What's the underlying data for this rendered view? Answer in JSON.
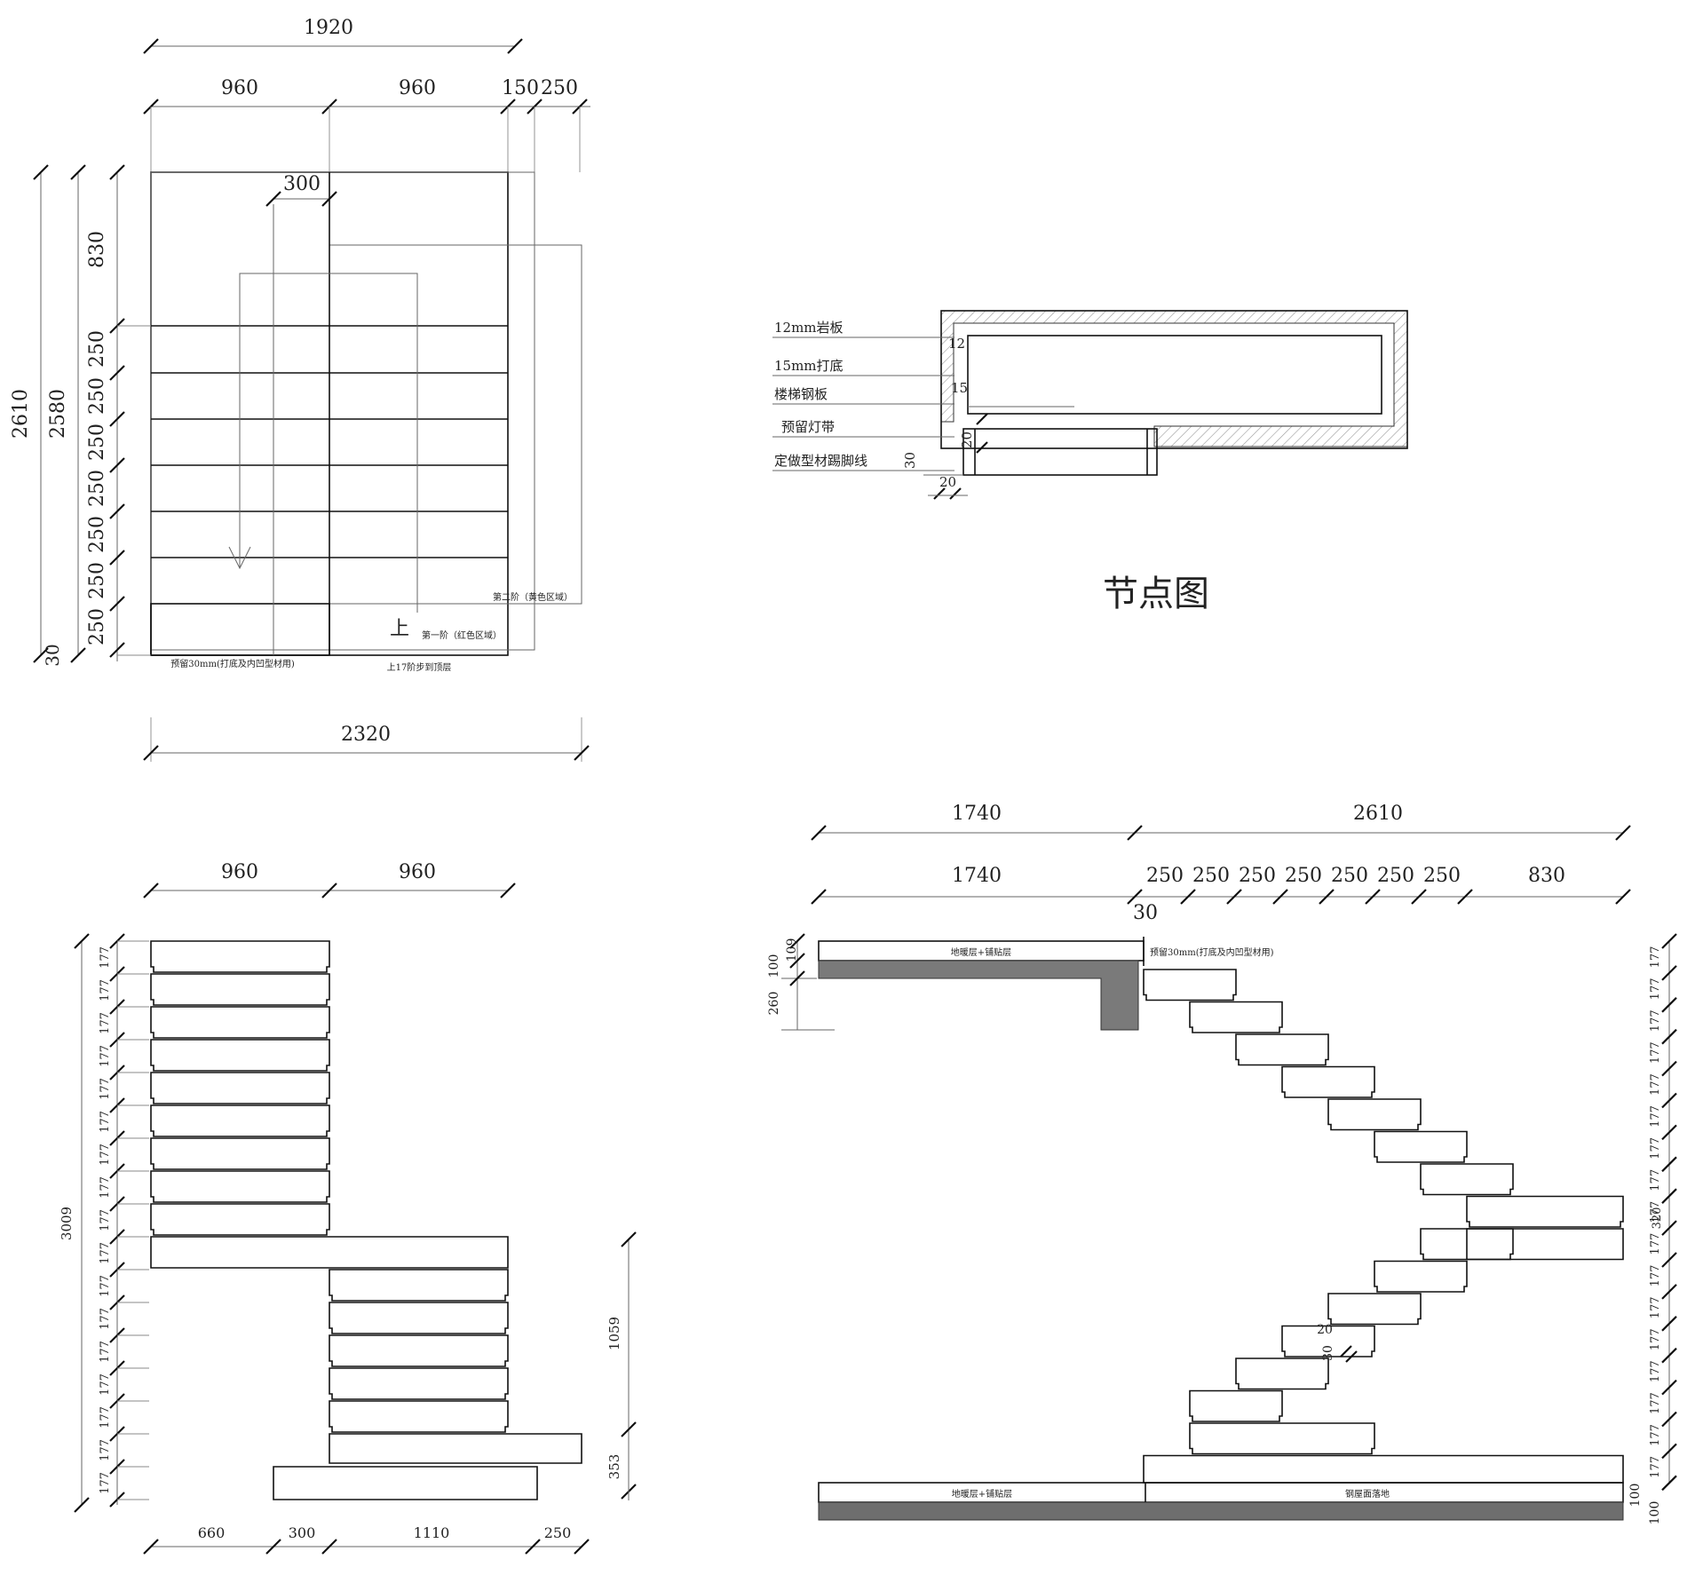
{
  "plan": {
    "top_total": "1920",
    "top_segments": [
      "960",
      "960",
      "150",
      "250"
    ],
    "inner_width": "300",
    "left_total_outer": "2610",
    "left_total_inner": "2580",
    "left_segments": [
      "830",
      "250",
      "250",
      "250",
      "250",
      "250",
      "250",
      "250",
      "30"
    ],
    "bottom_total": "2320",
    "label_up": "上",
    "label_second_step": "第二阶（黄色区域）",
    "label_first_step": "第一阶（红色区域）",
    "label_reserve": "预留30mm(打底及内凹型材用)",
    "label_note": "上17阶步到顶层"
  },
  "node": {
    "title": "节点图",
    "labels": [
      "12mm岩板",
      "15mm打底",
      "楼梯钢板",
      "预留灯带",
      "定做型材踢脚线"
    ],
    "dims": [
      "12",
      "15",
      "20",
      "30",
      "20"
    ]
  },
  "front_elev": {
    "top_segments": [
      "960",
      "960"
    ],
    "total_height": "3009",
    "riser": "177",
    "riser_count": 17,
    "right_dims": [
      "1059",
      "353"
    ],
    "bottom_segments": [
      "660",
      "300",
      "1110",
      "250"
    ]
  },
  "side_elev": {
    "top_total": [
      "1740",
      "2610"
    ],
    "second_row": [
      "1740",
      "250",
      "250",
      "250",
      "250",
      "250",
      "250",
      "250",
      "830"
    ],
    "small_30": "30",
    "left_dims": [
      "109",
      "100",
      "260"
    ],
    "floor_label_top": "地暖层+铺贴层",
    "reserve_label": "预留30mm(打底及内凹型材用)",
    "floor_label_bottom_left": "地暖层+铺贴层",
    "floor_label_bottom_right": "钢屋面落地",
    "riser": "177",
    "riser_count": 17,
    "mid_dim": "320",
    "bottom_right_dims": [
      "100",
      "100"
    ],
    "detail_dims": [
      "20",
      "30"
    ]
  }
}
